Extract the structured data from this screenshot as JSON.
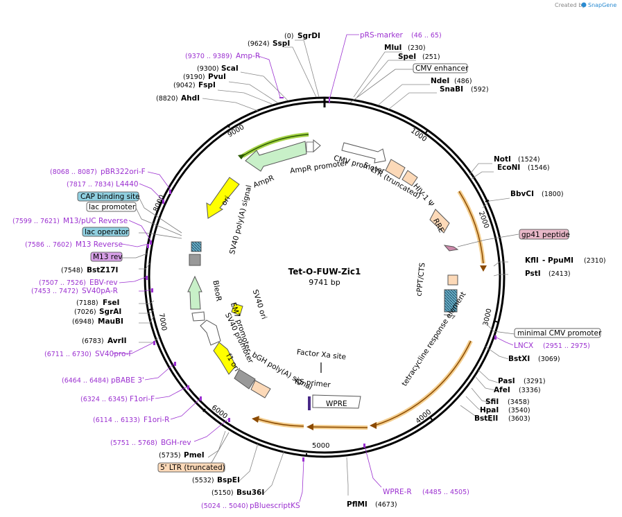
{
  "title": "Tet-O-FUW-Zic1",
  "length_label": "9741 bp",
  "credit": {
    "text": "Created by",
    "brand": "SnapGene"
  },
  "enzymes": [
    {
      "name": "SgrDI",
      "pos": "(0)"
    },
    {
      "name": "SspI",
      "pos": "(9624)"
    },
    {
      "name": "ScaI",
      "pos": "(9300)"
    },
    {
      "name": "PvuI",
      "pos": "(9190)"
    },
    {
      "name": "FspI",
      "pos": "(9042)"
    },
    {
      "name": "AhdI",
      "pos": "(8820)"
    },
    {
      "name": "BstZ17I",
      "pos": "(7548)"
    },
    {
      "name": "FseI",
      "pos": "(7188)"
    },
    {
      "name": "SgrAI",
      "pos": "(7026)"
    },
    {
      "name": "MauBI",
      "pos": "(6948)"
    },
    {
      "name": "AvrII",
      "pos": "(6783)"
    },
    {
      "name": "PmeI",
      "pos": "(5735)"
    },
    {
      "name": "BspEI",
      "pos": "(5532)"
    },
    {
      "name": "Bsu36I",
      "pos": "(5150)"
    },
    {
      "name": "PflMI",
      "pos": "(4673)"
    },
    {
      "name": "MluI",
      "pos": "(230)"
    },
    {
      "name": "SpeI",
      "pos": "(251)"
    },
    {
      "name": "NdeI",
      "pos": "(486)"
    },
    {
      "name": "SnaBI",
      "pos": "(592)"
    },
    {
      "name": "NotI",
      "pos": "(1524)"
    },
    {
      "name": "EcoNI",
      "pos": "(1546)"
    },
    {
      "name": "BbvCI",
      "pos": "(1800)"
    },
    {
      "name": "KflI",
      "pos": ""
    },
    {
      "name": "- PpuMI",
      "pos": "(2310)"
    },
    {
      "name": "PstI",
      "pos": "(2413)"
    },
    {
      "name": "BstXI",
      "pos": "(3069)"
    },
    {
      "name": "PasI",
      "pos": "(3291)"
    },
    {
      "name": "AfeI",
      "pos": "(3336)"
    },
    {
      "name": "SfiI",
      "pos": "(3458)"
    },
    {
      "name": "HpaI",
      "pos": "(3540)"
    },
    {
      "name": "BstEII",
      "pos": "(3603)"
    }
  ],
  "primers": [
    {
      "name": "pRS-marker",
      "pos": "(46 .. 65)"
    },
    {
      "name": "Amp-R",
      "pos": "(9370 .. 9389)"
    },
    {
      "name": "pBR322ori-F",
      "pos": "(8068 .. 8087)"
    },
    {
      "name": "L4440",
      "pos": "(7817 .. 7834)"
    },
    {
      "name": "M13/pUC Reverse",
      "pos": "(7599 .. 7621)"
    },
    {
      "name": "M13 Reverse",
      "pos": "(7586 .. 7602)"
    },
    {
      "name": "EBV-rev",
      "pos": "(7507 .. 7526)"
    },
    {
      "name": "SV40pA-R",
      "pos": "(7453 .. 7472)"
    },
    {
      "name": "SV40pro-F",
      "pos": "(6711 .. 6730)"
    },
    {
      "name": "pBABE 3'",
      "pos": "(6464 .. 6484)"
    },
    {
      "name": "F1ori-F",
      "pos": "(6324 .. 6345)"
    },
    {
      "name": "F1ori-R",
      "pos": "(6114 .. 6133)"
    },
    {
      "name": "BGH-rev",
      "pos": "(5751 .. 5768)"
    },
    {
      "name": "pBluescriptKS",
      "pos": "(5024 .. 5040)"
    },
    {
      "name": "WPRE-R",
      "pos": "(4485 .. 4505)"
    },
    {
      "name": "LNCX",
      "pos": "(2951 .. 2975)"
    }
  ],
  "boxed_labels": [
    {
      "name": "CMV enhancer",
      "style": "white"
    },
    {
      "name": "gp41 peptide",
      "style": "pink"
    },
    {
      "name": "minimal CMV promoter",
      "style": "white"
    },
    {
      "name": "CAP binding site",
      "style": "blue"
    },
    {
      "name": "lac promoter",
      "style": "white"
    },
    {
      "name": "lac operator",
      "style": "blue"
    },
    {
      "name": "M13 rev",
      "style": "purple"
    },
    {
      "name": "5' LTR (truncated)",
      "style": "peach"
    }
  ],
  "ticks": [
    "1000",
    "2000",
    "3000",
    "4000",
    "5000",
    "6000",
    "7000",
    "8000",
    "9000"
  ],
  "features": [
    "AmpR",
    "AmpR promoter",
    "CMV promoter",
    "5' LTR (truncated)",
    "HIV-1 Ψ",
    "RRE",
    "cPPT/CTS",
    "tetracycline response element",
    "WPRE",
    "KS primer",
    "Factor Xa site",
    "bGH poly(A) signal",
    "f1 ori",
    "SV40 promoter",
    "EM7 promoter",
    "BleoR",
    "SV40 ori",
    "SV40 poly(A) signal",
    "ori"
  ],
  "colors": {
    "primer": "#9b30d0",
    "backbone": "#000000",
    "orf_highlight": "#f0c070",
    "amp_highlight": "#9acd32",
    "promoter": "#ffffff",
    "ltr": "#fcd9b8",
    "ori": "#ffff00",
    "resist": "#c8f0c8",
    "polyA": "#999999"
  }
}
